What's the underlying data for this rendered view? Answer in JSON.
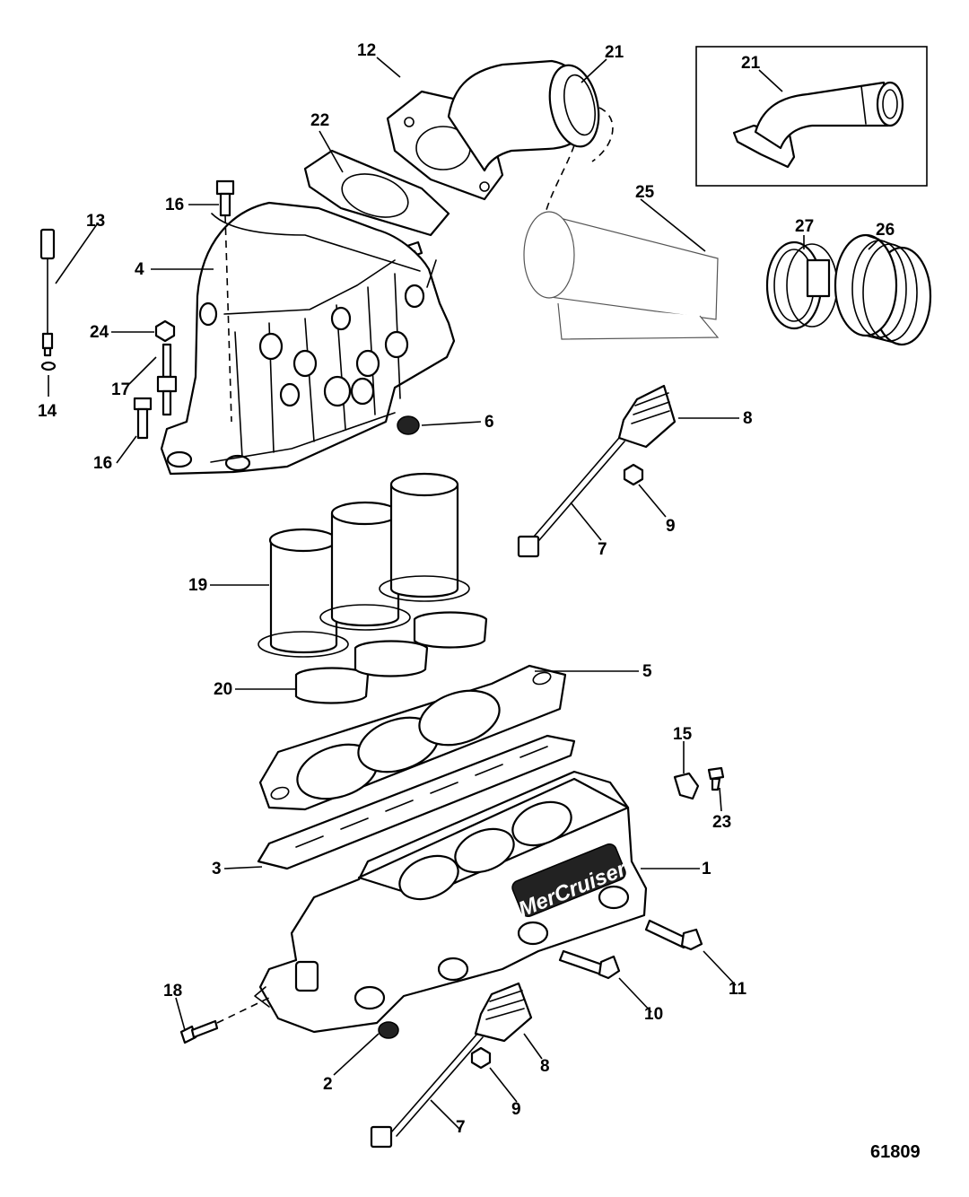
{
  "figure_id": "61809",
  "brand_text": "MerCruiser",
  "callouts": {
    "c1": "1",
    "c2": "2",
    "c3": "3",
    "c4": "4",
    "c5": "5",
    "c6": "6",
    "c7a": "7",
    "c7b": "7",
    "c8a": "8",
    "c8b": "8",
    "c9a": "9",
    "c9b": "9",
    "c10": "10",
    "c11": "11",
    "c12": "12",
    "c13": "13",
    "c14": "14",
    "c15": "15",
    "c16a": "16",
    "c16b": "16",
    "c17": "17",
    "c18": "18",
    "c19": "19",
    "c20": "20",
    "c21a": "21",
    "c21b": "21",
    "c22": "22",
    "c23": "23",
    "c24": "24",
    "c25": "25",
    "c26": "26",
    "c27": "27"
  }
}
